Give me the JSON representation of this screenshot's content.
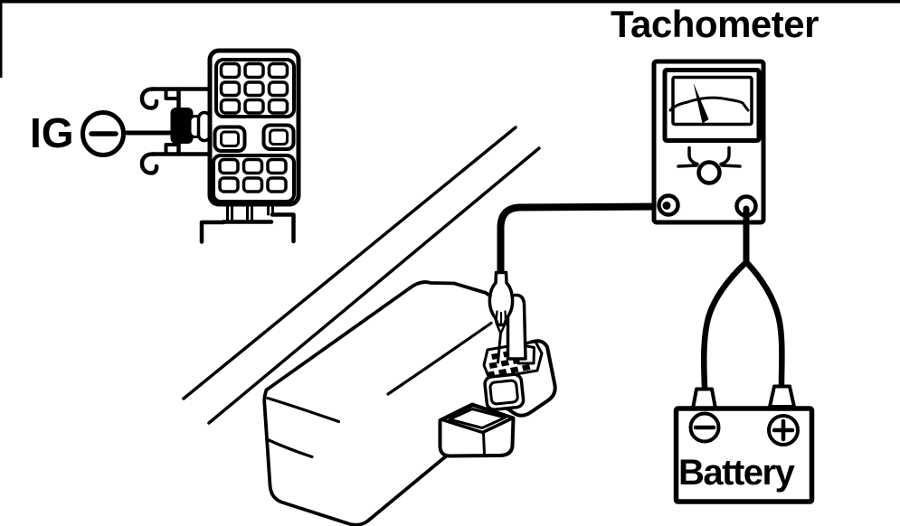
{
  "page": {
    "background_color": "#ffffff",
    "ink_color": "#000000"
  },
  "labels": {
    "ignition": "IG",
    "tachometer": "Tachometer",
    "battery": "Battery"
  },
  "symbols": {
    "ignition_terminal": "minus-in-circle",
    "battery_negative": "minus-in-circle",
    "battery_positive": "plus-in-circle"
  },
  "components": {
    "ignition_connector": "multi-pin connector with IG terminal probe",
    "ecu": "control module with harness connectors and inserted test probe",
    "tachometer": "analog needle meter with adjuster knob and two lead terminals",
    "battery": "battery with negative and positive posts"
  }
}
